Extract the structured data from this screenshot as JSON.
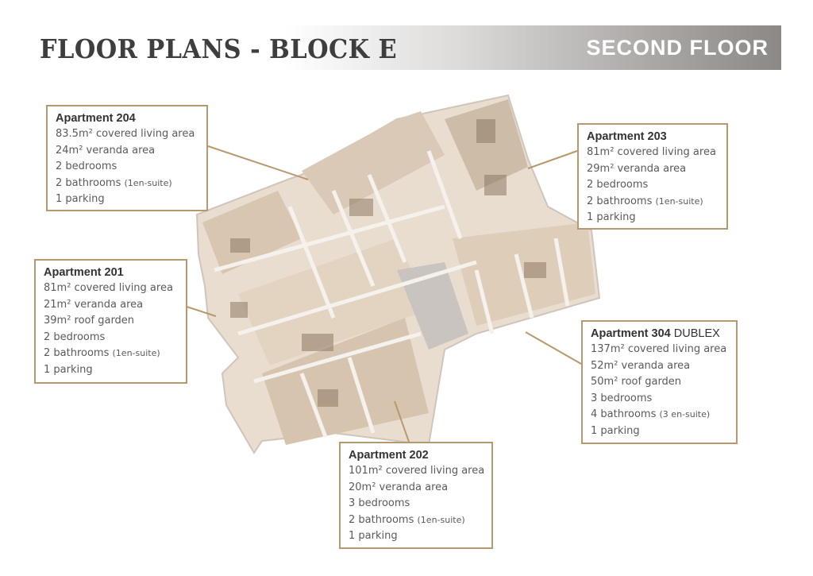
{
  "header": {
    "title": "FLOOR PLANS - BLOCK E",
    "floor": "SECOND FLOOR"
  },
  "colors": {
    "accent": "#b8996e",
    "title": "#3e3e3e"
  },
  "apartments": [
    {
      "id": "204",
      "title": "Apartment 204",
      "suffix": "",
      "lines": [
        "83.5m² covered living area",
        "24m² veranda area",
        "2 bedrooms"
      ],
      "bath": "2 bathrooms",
      "bath_note": "(1en-suite)",
      "parking": "1 parking"
    },
    {
      "id": "203",
      "title": "Apartment 203",
      "suffix": "",
      "lines": [
        "81m² covered living area",
        "29m² veranda area",
        "2 bedrooms"
      ],
      "bath": "2 bathrooms",
      "bath_note": "(1en-suite)",
      "parking": "1 parking"
    },
    {
      "id": "201",
      "title": "Apartment 201",
      "suffix": "",
      "lines": [
        "81m² covered living area",
        "21m² veranda area",
        "39m² roof garden",
        "2 bedrooms"
      ],
      "bath": "2 bathrooms",
      "bath_note": "(1en-suite)",
      "parking": "1 parking"
    },
    {
      "id": "304",
      "title": "Apartment 304",
      "suffix": "DUBLEX",
      "lines": [
        "137m² covered living area",
        "52m² veranda area",
        "50m² roof garden",
        "3 bedrooms"
      ],
      "bath": "4 bathrooms",
      "bath_note": "(3 en-suite)",
      "parking": "1 parking"
    },
    {
      "id": "202",
      "title": "Apartment 202",
      "suffix": "",
      "lines": [
        "101m² covered living area",
        "20m² veranda area",
        "3 bedrooms"
      ],
      "bath": "2 bathrooms",
      "bath_note": "(1en-suite)",
      "parking": "1 parking"
    }
  ]
}
